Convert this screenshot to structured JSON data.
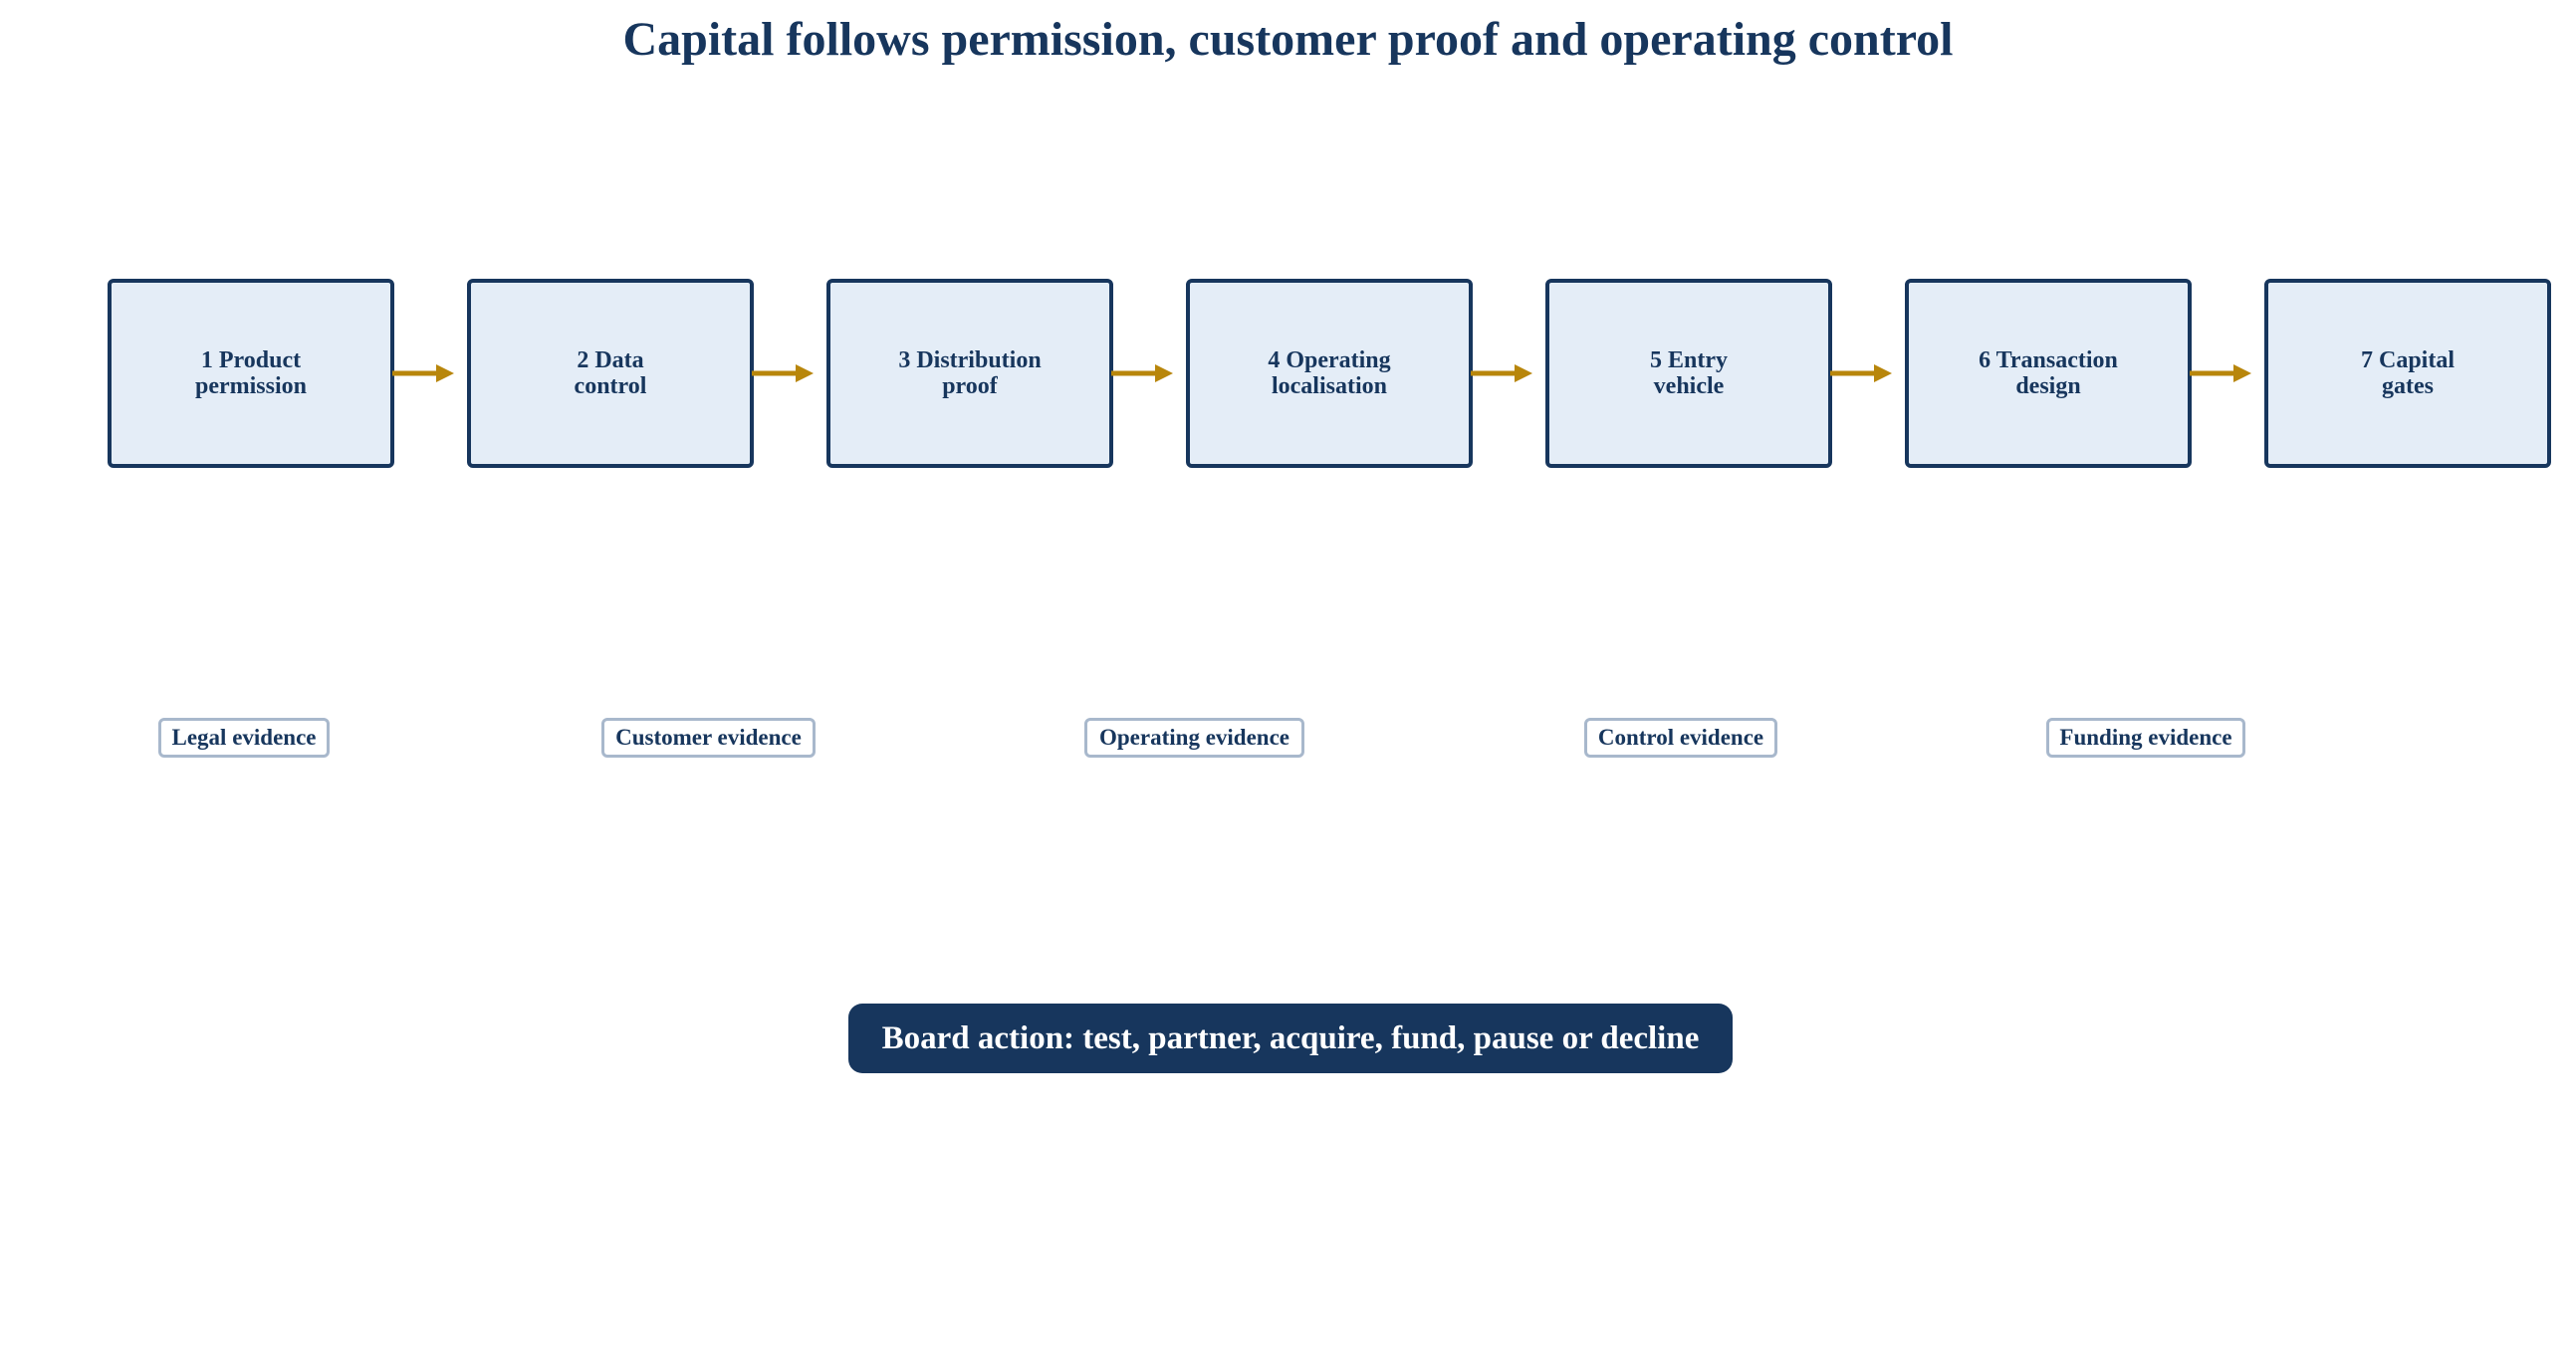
{
  "title": "Capital follows permission, customer proof and operating control",
  "colors": {
    "primary": "#17365d",
    "box_fill": "#e4edf7",
    "arrow": "#b8860b",
    "evidence_border": "#a8b8cc"
  },
  "steps": [
    {
      "label": "1  Product\npermission"
    },
    {
      "label": "2  Data\ncontrol"
    },
    {
      "label": "3  Distribution\nproof"
    },
    {
      "label": "4  Operating\nlocalisation"
    },
    {
      "label": "5  Entry\nvehicle"
    },
    {
      "label": "6  Transaction\ndesign"
    },
    {
      "label": "7  Capital\ngates"
    }
  ],
  "evidence": [
    {
      "label": "Legal evidence"
    },
    {
      "label": "Customer evidence"
    },
    {
      "label": "Operating evidence"
    },
    {
      "label": "Control evidence"
    },
    {
      "label": "Funding evidence"
    }
  ],
  "board_action": "Board action: test, partner, acquire, fund, pause or decline"
}
